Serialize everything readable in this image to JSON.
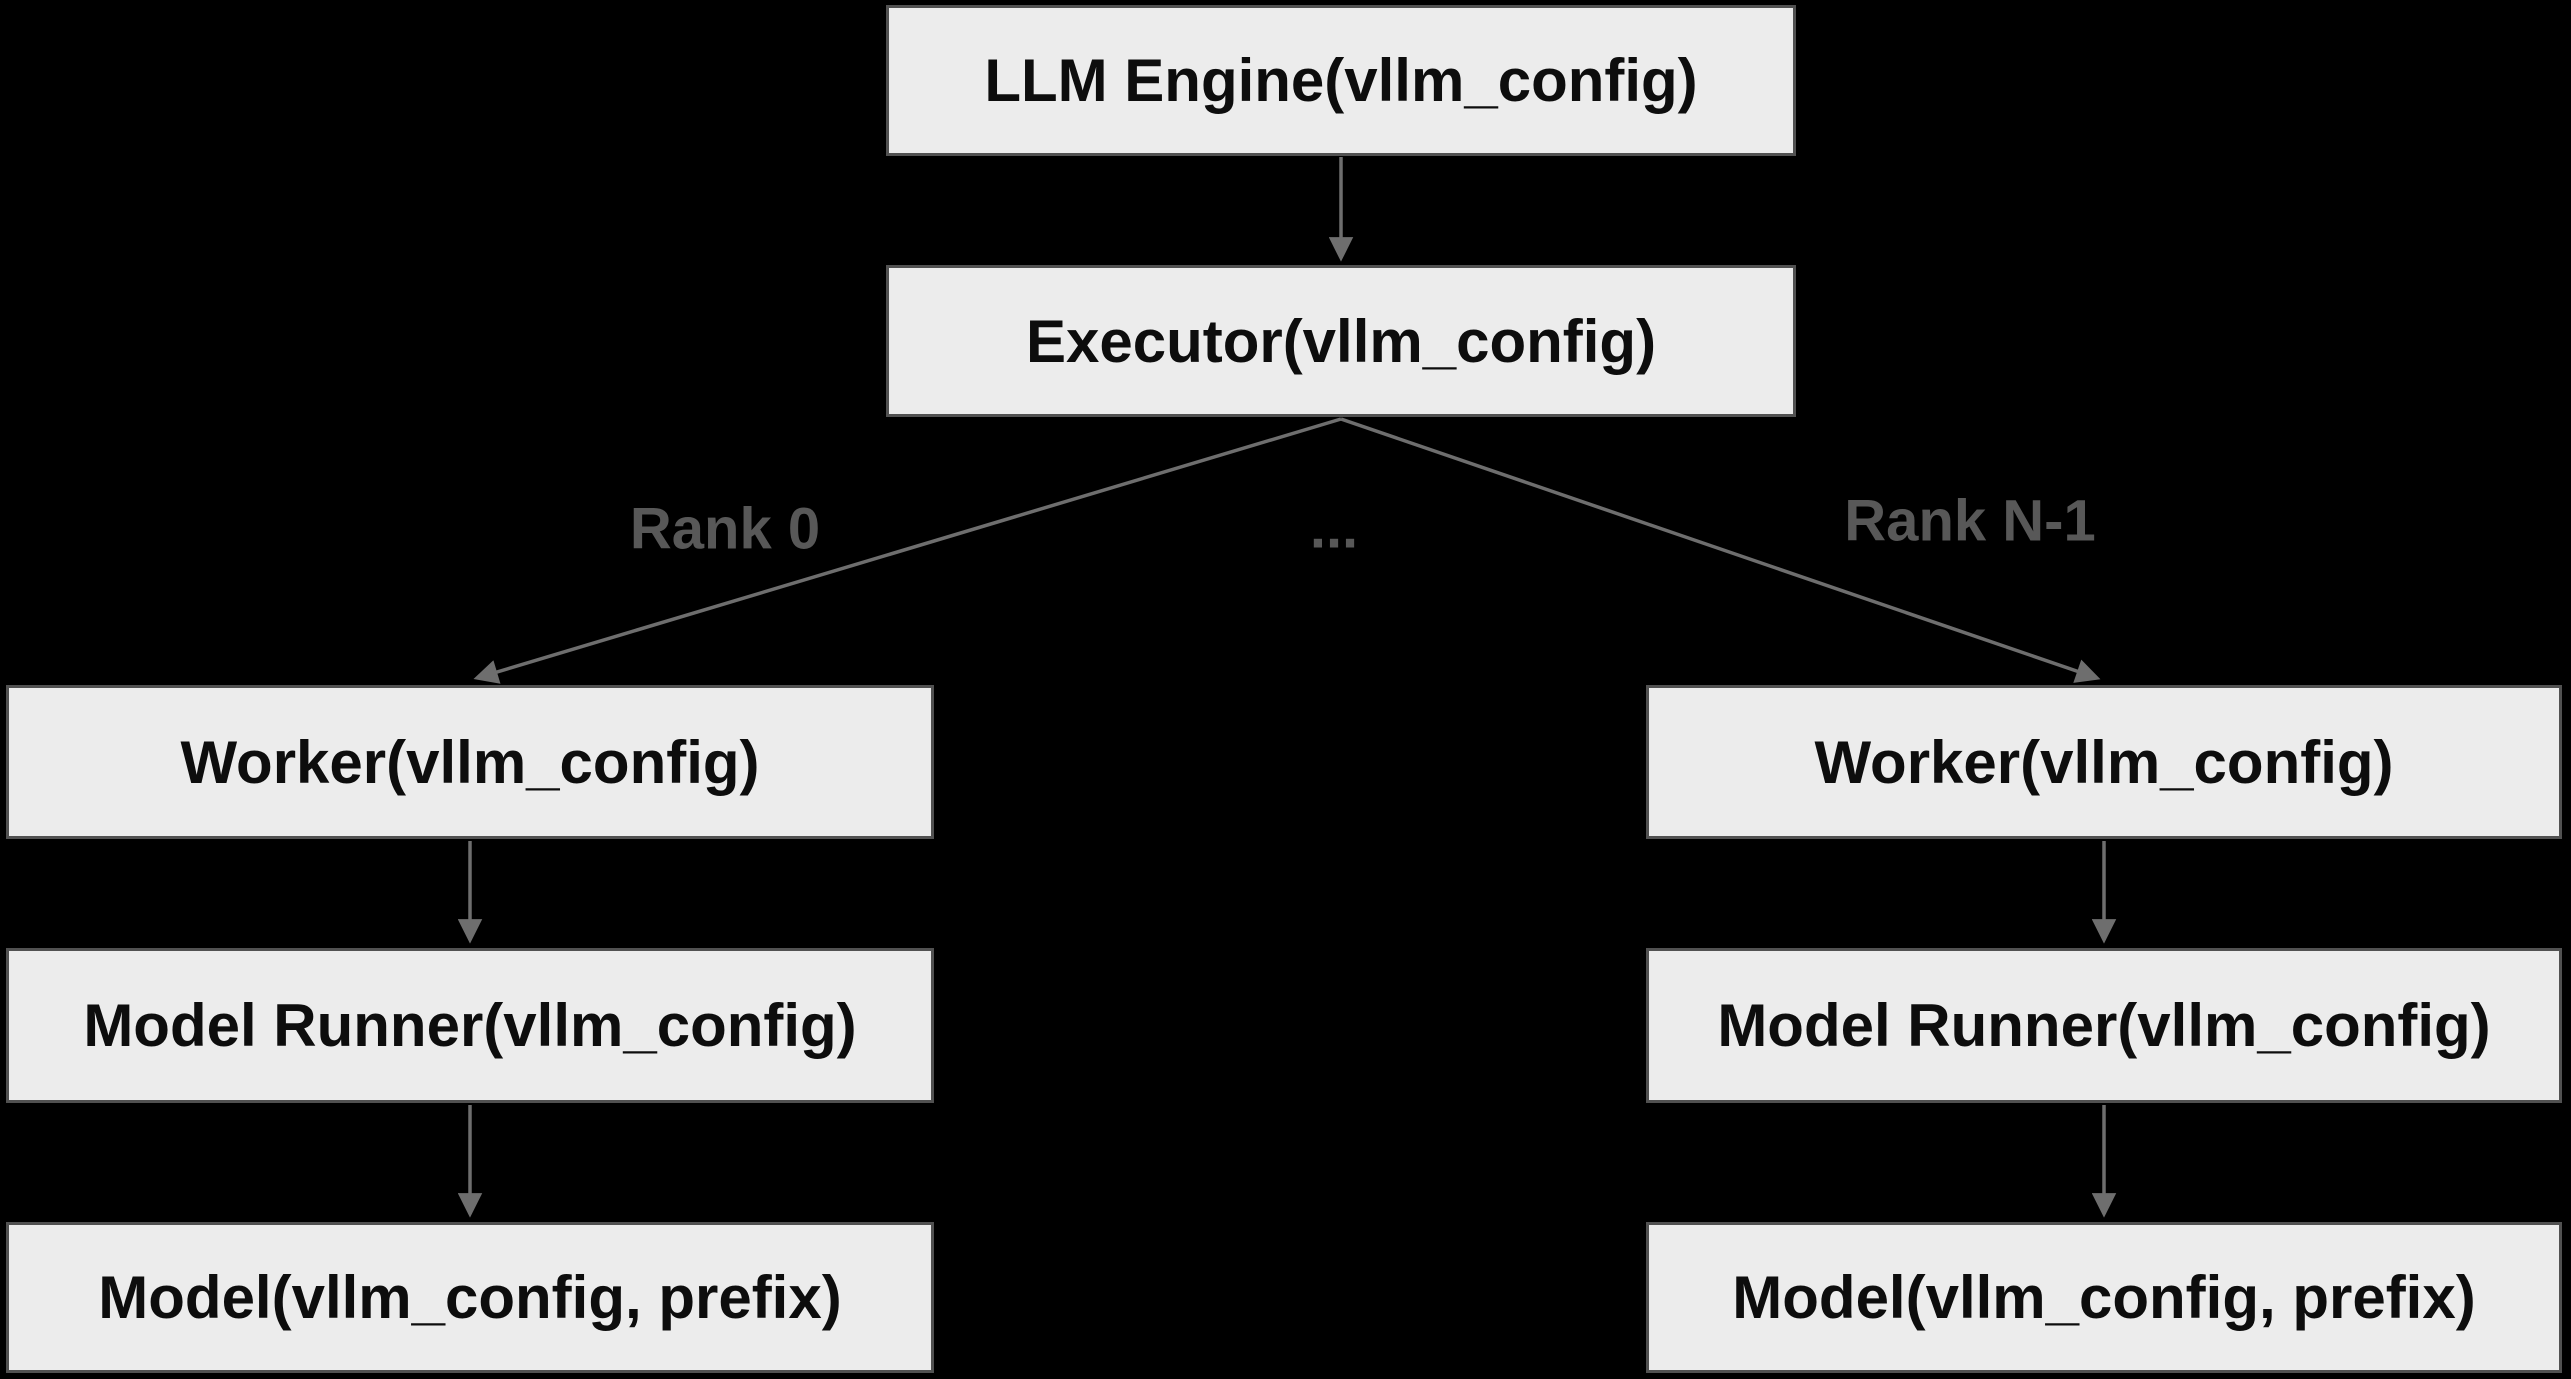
{
  "diagram": {
    "type": "flowchart",
    "background_color": "#000000",
    "node_fill_color": "#ececec",
    "node_border_color": "#515151",
    "node_text_color": "#0d0d0d",
    "edge_color": "#6e6e6e",
    "edge_label_color": "#585858",
    "nodes": {
      "llm_engine": {
        "label": "LLM Engine(vllm_config)"
      },
      "executor": {
        "label": "Executor(vllm_config)"
      },
      "worker_left": {
        "label": "Worker(vllm_config)"
      },
      "model_runner_left": {
        "label": "Model Runner(vllm_config)"
      },
      "model_left": {
        "label": "Model(vllm_config, prefix)"
      },
      "worker_right": {
        "label": "Worker(vllm_config)"
      },
      "model_runner_right": {
        "label": "Model Runner(vllm_config)"
      },
      "model_right": {
        "label": "Model(vllm_config, prefix)"
      }
    },
    "edge_labels": {
      "rank_0": "Rank 0",
      "ellipsis": "...",
      "rank_n1": "Rank N-1"
    },
    "edges": [
      {
        "from": "llm_engine",
        "to": "executor"
      },
      {
        "from": "executor",
        "to": "worker_left",
        "label": "Rank 0"
      },
      {
        "from": "executor",
        "to": "worker_right",
        "label": "Rank N-1"
      },
      {
        "from": "worker_left",
        "to": "model_runner_left"
      },
      {
        "from": "model_runner_left",
        "to": "model_left"
      },
      {
        "from": "worker_right",
        "to": "model_runner_right"
      },
      {
        "from": "model_runner_right",
        "to": "model_right"
      }
    ]
  }
}
